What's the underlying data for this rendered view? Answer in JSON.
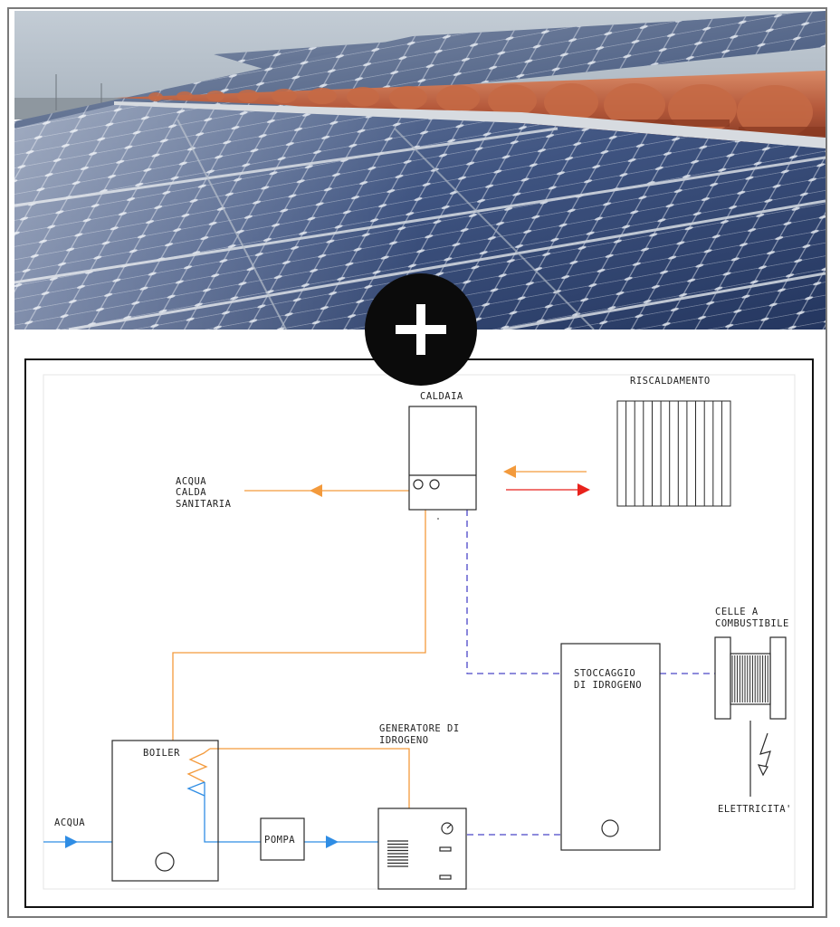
{
  "photo": {
    "icon": "solar-panels-on-tiled-roof-photo",
    "colors": {
      "sky": "#b9c3cd",
      "panel": "#3a4f76",
      "tile": "#b4583a",
      "frame": "#c7ccd3"
    }
  },
  "badge": {
    "icon": "plus-icon",
    "color": "#0b0b0b"
  },
  "diagram": {
    "labels": {
      "caldaia": "CALDAIA",
      "riscaldamento": "RISCALDAMENTO",
      "acs_1": "ACQUA",
      "acs_2": "CALDA",
      "acs_3": "SANITARIA",
      "celle_1": "CELLE A",
      "celle_2": "COMBUSTIBILE",
      "stoccaggio_1": "STOCCAGGIO",
      "stoccaggio_2": "DI IDROGENO",
      "generatore_1": "GENERATORE DI",
      "generatore_2": "IDROGENO",
      "boiler": "BOILER",
      "pompa": "POMPA",
      "acqua": "ACQUA",
      "elettricita": "ELETTRICITA'"
    },
    "colors": {
      "hot_water": "#f39a3c",
      "heating_supply": "#e8221c",
      "cold_water": "#2f8de4",
      "hydrogen": "#4a46c8",
      "equipment": "#2a2a2a"
    }
  }
}
